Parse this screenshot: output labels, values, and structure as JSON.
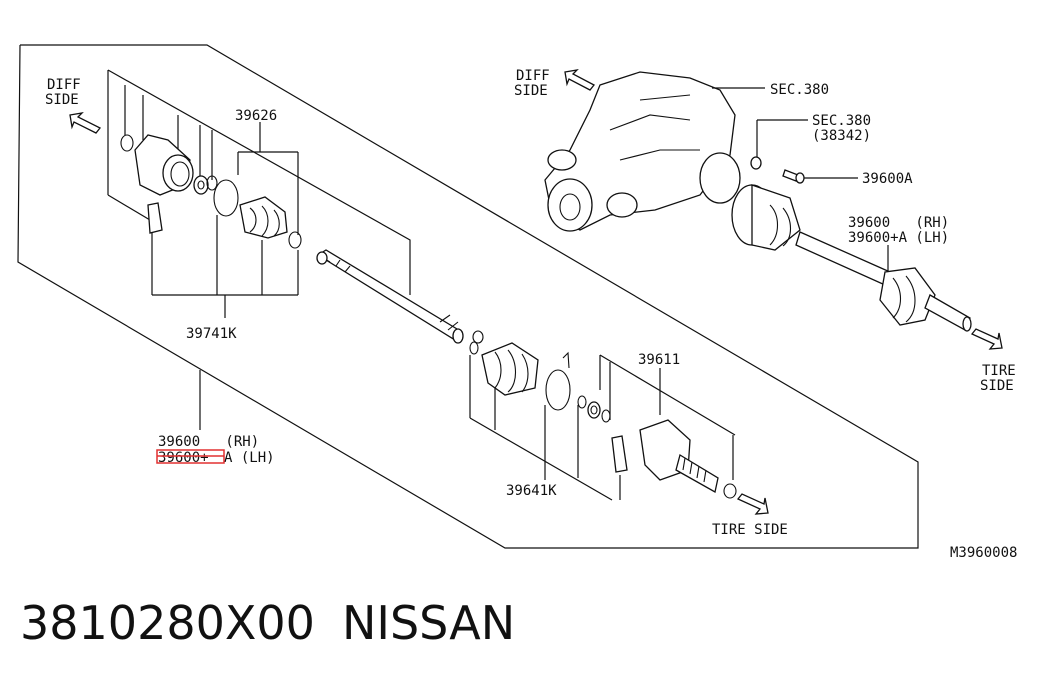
{
  "labels": {
    "diff_side_left_1": "DIFF",
    "diff_side_left_2": "SIDE",
    "diff_side_right_1": "DIFF",
    "diff_side_right_2": "SIDE",
    "sec380": "SEC.380",
    "sec380b": "SEC.380",
    "sec380b_sub": "(38342)",
    "p39600A": "39600A",
    "p39600_rh_right": "39600   (RH)",
    "p39600A_lh_right": "39600+A (LH)",
    "tire_side_right_1": "TIRE",
    "tire_side_right_2": "SIDE",
    "p39626": "39626",
    "p39741K": "39741K",
    "p39600_rh": "39600   (RH)",
    "p39600A_lh_prefix": "39600+",
    "p39600A_lh_suffix": "A (LH)",
    "p39611": "39611",
    "p39641K": "39641K",
    "tire_side_bottom": "TIRE SIDE",
    "diagram_code": "M3960008"
  },
  "highlight_color": "#e23030",
  "footer": {
    "part_number": "3810280X00",
    "brand": "NISSAN"
  }
}
